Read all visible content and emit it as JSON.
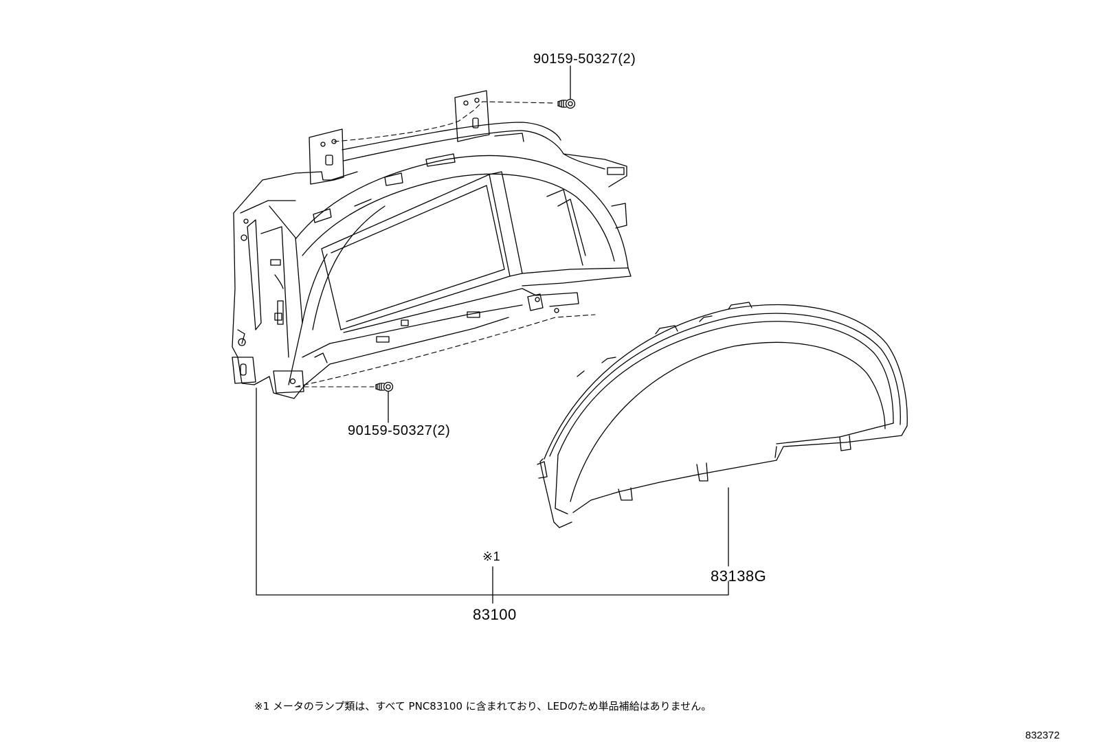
{
  "labels": {
    "bolt_top": "90159-50327(2)",
    "bolt_bottom": "90159-50327(2)",
    "lens": "83138G",
    "meter": "83100",
    "ref_mark": "※1"
  },
  "footnote": "※1 メータのランプ類は、すべて PNC83100 に含まれており、LEDのため単品補給はありません。",
  "figure_code": "832372"
}
